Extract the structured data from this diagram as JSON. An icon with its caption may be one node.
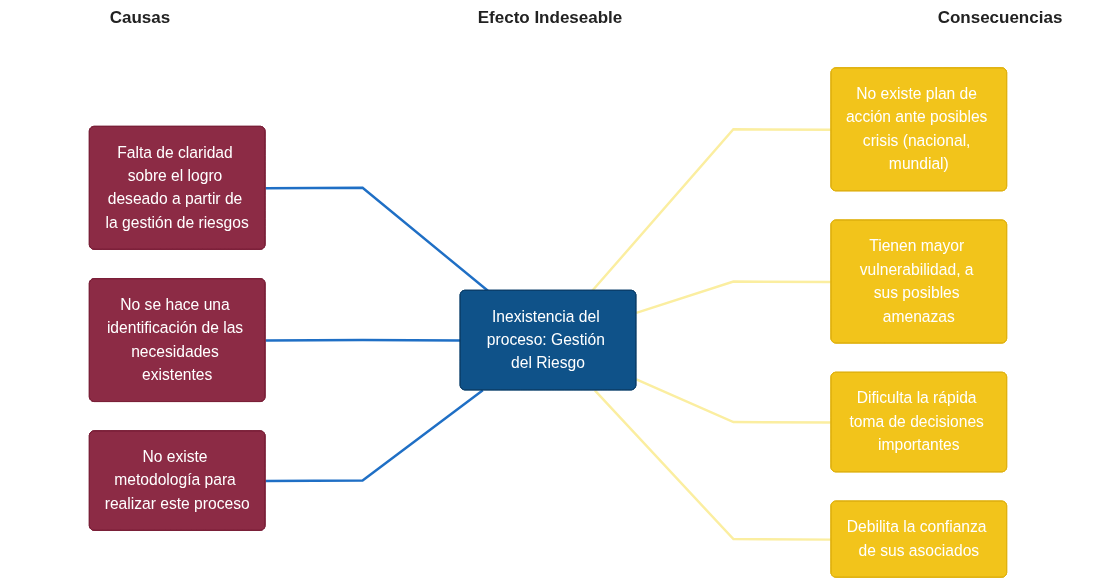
{
  "diagram": {
    "nodes": [
      {
        "text": [
          "Falta de claridad sobre el logro deseado a partir de la gestión de riesgos"
        ]
      },
      {
        "text": [
          "No se hace una identificación de las necesidades existentes"
        ]
      },
      {
        "text": [
          "No existe metodología para realizar este proceso"
        ]
      },
      {
        "text": [
          "Inexistencia del proceso: Gestión del Riesgo"
        ]
      },
      {
        "text": [
          "No existe plan de acción ante posibles crisis (nacional, mundial)"
        ]
      },
      {
        "text": [
          "Tienen mayor vulnerabilidad, a sus posibles amenazas"
        ]
      },
      {
        "text": [
          "Dificulta la rápida toma de decisiones importantes"
        ]
      },
      {
        "text": [
          "Debilita la confianza de sus asociados"
        ]
      }
    ],
    "edges": [
      {
        "from": 0,
        "to": 3,
        "arrow": "none",
        "color": "#1f6fc5"
      },
      {
        "from": 1,
        "to": 3,
        "arrow": "none",
        "color": "#1f6fc5"
      },
      {
        "from": 2,
        "to": 3,
        "arrow": "none",
        "color": "#1f6fc5"
      },
      {
        "from": 3,
        "to": 4,
        "arrow": "none"
      },
      {
        "from": 3,
        "to": 5,
        "arrow": "none"
      },
      {
        "from": 3,
        "to": 6,
        "arrow": "none"
      },
      {
        "from": 3,
        "to": 7,
        "arrow": "none"
      }
    ],
    "labels": [
      "Causas",
      "Efecto Indeseable",
      "Consecuencias"
    ]
  }
}
